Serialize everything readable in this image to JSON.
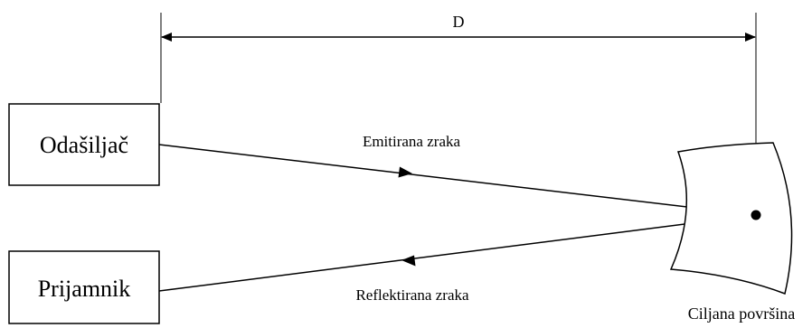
{
  "diagram": {
    "distance_label": "D",
    "transmitter_label": "Odašiljač",
    "receiver_label": "Prijamnik",
    "emitted_ray_label": "Emitirana zraka",
    "reflected_ray_label": "Reflektirana zraka",
    "target_label": "Ciljana površina",
    "stroke_color": "#000000",
    "background_color": "#ffffff"
  }
}
